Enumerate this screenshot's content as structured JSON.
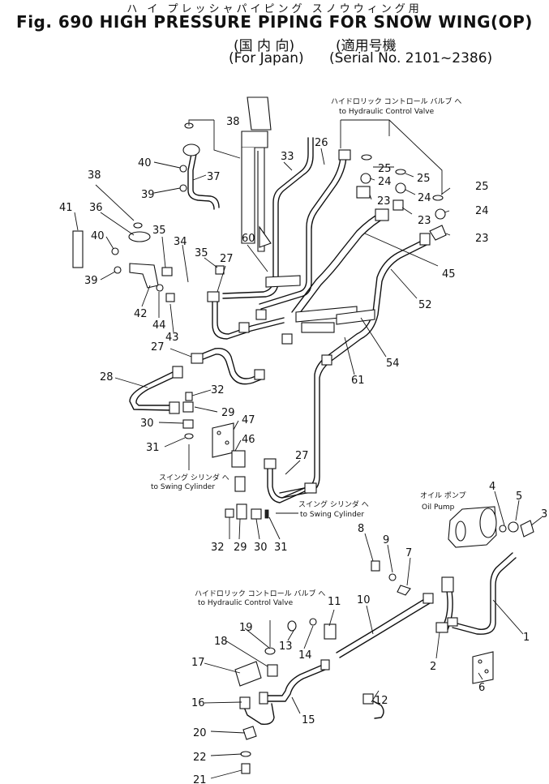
{
  "header": {
    "jp_title": "ハ イ プレッシャパイピング スノウウィング用",
    "main_title": "Fig. 690 HIGH PRESSURE PIPING FOR SNOW WING(OP)",
    "region_jp": "(国 内 向)",
    "region_en": "(For Japan)",
    "serial_jp": "(適用号機",
    "serial_en": "(Serial No. 2101~2386)"
  },
  "notes": {
    "hcv_top_jp": "ハイドロリック コントロール バルブ へ",
    "hcv_top_en": "to Hydraulic Control Valve",
    "swing_left_jp": "スイング シリンダ へ",
    "swing_left_en": "to Swing Cylinder",
    "swing_right_jp": "スイング シリンダ へ",
    "swing_right_en": "to Swing Cylinder",
    "pump_jp": "オイル ポンプ",
    "pump_en": "Oil Pump",
    "hcv_bottom_jp": "ハイドロリック コントロール バルブ へ",
    "hcv_bottom_en": "to Hydraulic Control Valve"
  },
  "callouts": [
    "38",
    "40",
    "39",
    "37",
    "33",
    "26",
    "25",
    "25",
    "25",
    "24",
    "24",
    "24",
    "23",
    "23",
    "23",
    "38",
    "36",
    "41",
    "40",
    "39",
    "35",
    "34",
    "35",
    "27",
    "60",
    "45",
    "52",
    "42",
    "44",
    "43",
    "54",
    "61",
    "27",
    "28",
    "32",
    "29",
    "30",
    "47",
    "31",
    "46",
    "27",
    "4",
    "5",
    "3",
    "8",
    "9",
    "7",
    "32",
    "29",
    "30",
    "31",
    "11",
    "10",
    "19",
    "13",
    "14",
    "18",
    "17",
    "16",
    "15",
    "12",
    "2",
    "6",
    "1",
    "20",
    "22",
    "21"
  ]
}
